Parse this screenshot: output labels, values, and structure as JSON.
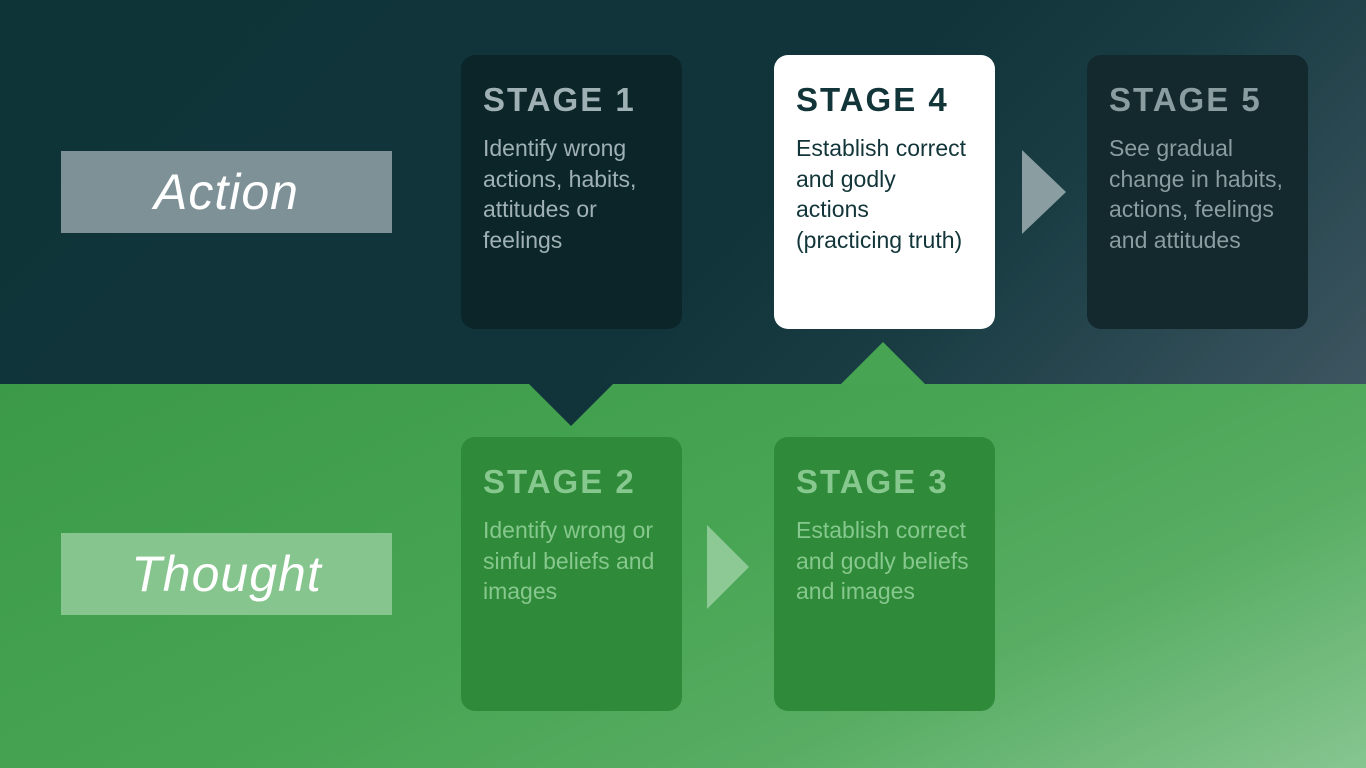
{
  "labels": {
    "action": "Action",
    "thought": "Thought"
  },
  "stages": {
    "stage1": {
      "title": "STAGE 1",
      "text": "Identify wrong actions, habits, attitudes or feelings"
    },
    "stage2": {
      "title": "STAGE 2",
      "text": "Identify wrong or sinful beliefs and images"
    },
    "stage3": {
      "title": "STAGE 3",
      "text": "Establish correct and godly beliefs and images"
    },
    "stage4": {
      "title": "STAGE 4",
      "text": "Establish correct and godly actions (practicing truth)"
    },
    "stage5": {
      "title": "STAGE 5",
      "text": "See gradual change in habits, actions, feelings and attitudes"
    }
  },
  "colors": {
    "action_band": "#10343a",
    "thought_band": "#46a452",
    "highlight_card": "#ffffff"
  },
  "icons": {
    "arrow_stage1_to_stage2": "triangle-down-icon",
    "arrow_stage2_to_stage3": "triangle-right-icon",
    "arrow_stage3_to_stage4": "triangle-up-icon",
    "arrow_stage4_to_stage5": "triangle-right-icon"
  }
}
